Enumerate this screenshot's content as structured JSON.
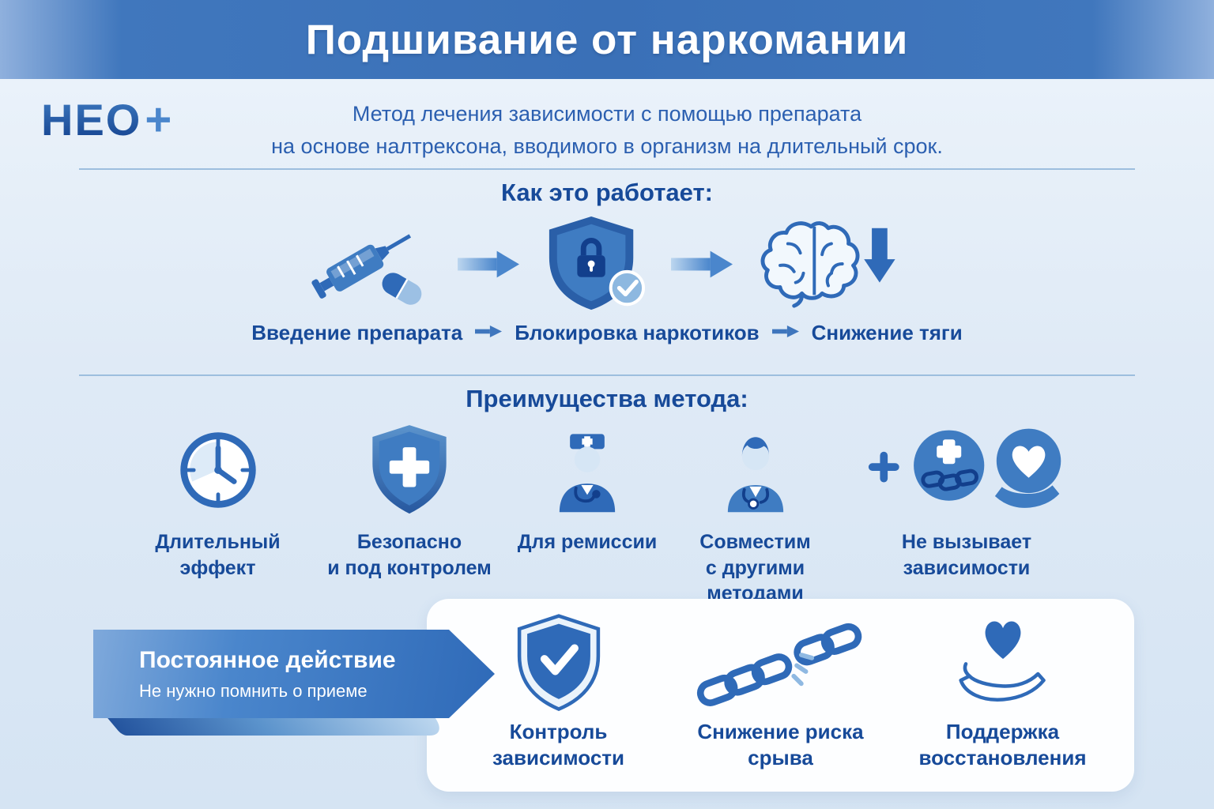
{
  "header": {
    "title": "Подшивание от наркомании"
  },
  "logo": {
    "name": "НЕО",
    "plus": "+"
  },
  "intro": {
    "line1": "Метод лечения зависимости с помощью препарата",
    "line2": "на основе налтрексона, вводимого в организм на длительный срок."
  },
  "how": {
    "title": "Как это работает:",
    "steps": [
      {
        "icon": "syringe-pill-icon",
        "label": "Введение препарата"
      },
      {
        "icon": "shield-lock-icon",
        "label": "Блокировка наркотиков"
      },
      {
        "icon": "brain-reduction-icon",
        "label": "Снижение тяги"
      }
    ]
  },
  "benefits": {
    "title": "Преимущества метода:",
    "items": [
      {
        "icon": "clock-icon",
        "label": "Длительный эффект"
      },
      {
        "icon": "shield-cross-icon",
        "label": "Безопасно\nи под контролем"
      },
      {
        "icon": "doctor-icon",
        "label": "Для ремиссии"
      },
      {
        "icon": "medic-stethoscope-icon",
        "label": "Совместим\nс другими\nметодами"
      },
      {
        "icon": "no-addiction-icon",
        "label": "Не вызывает\nзависимости"
      }
    ]
  },
  "footer": {
    "ribbon": {
      "title": "Постоянное действие",
      "subtitle": "Не нужно помнить о приеме"
    },
    "items": [
      {
        "icon": "shield-check-icon",
        "label": "Контроль зависимости"
      },
      {
        "icon": "broken-chain-icon",
        "label": "Снижение риска срыва"
      },
      {
        "icon": "hand-heart-icon",
        "label": "Поддержка\nвосстановления"
      }
    ]
  },
  "colors": {
    "primary": "#2f6ab8",
    "dark_accent": "#123f8c",
    "header_bg": "#3a70b7",
    "background": "#dfeaf6",
    "panel": "#fdfeff",
    "text": "#174a99"
  }
}
